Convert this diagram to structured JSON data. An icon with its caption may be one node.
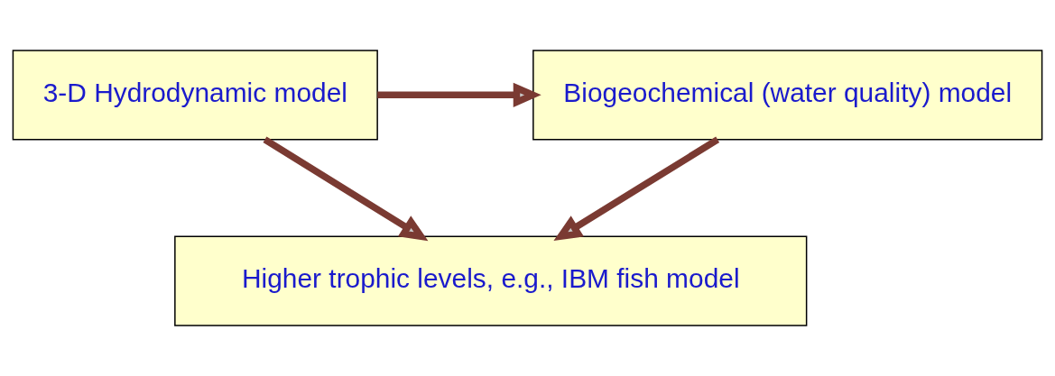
{
  "diagram": {
    "nodes": [
      {
        "text": [
          "3-D Hydrodynamic model"
        ]
      },
      {
        "text": [
          "Biogeochemical (water quality) model"
        ]
      },
      {
        "text": [
          "Higher trophic levels, e.g., IBM fish model"
        ]
      }
    ],
    "edges": [
      {
        "from": 0,
        "to": 1,
        "arrow": "to"
      },
      {
        "from": 0,
        "to": 2,
        "arrow": "to"
      },
      {
        "from": 1,
        "to": 2,
        "arrow": "to"
      }
    ]
  }
}
